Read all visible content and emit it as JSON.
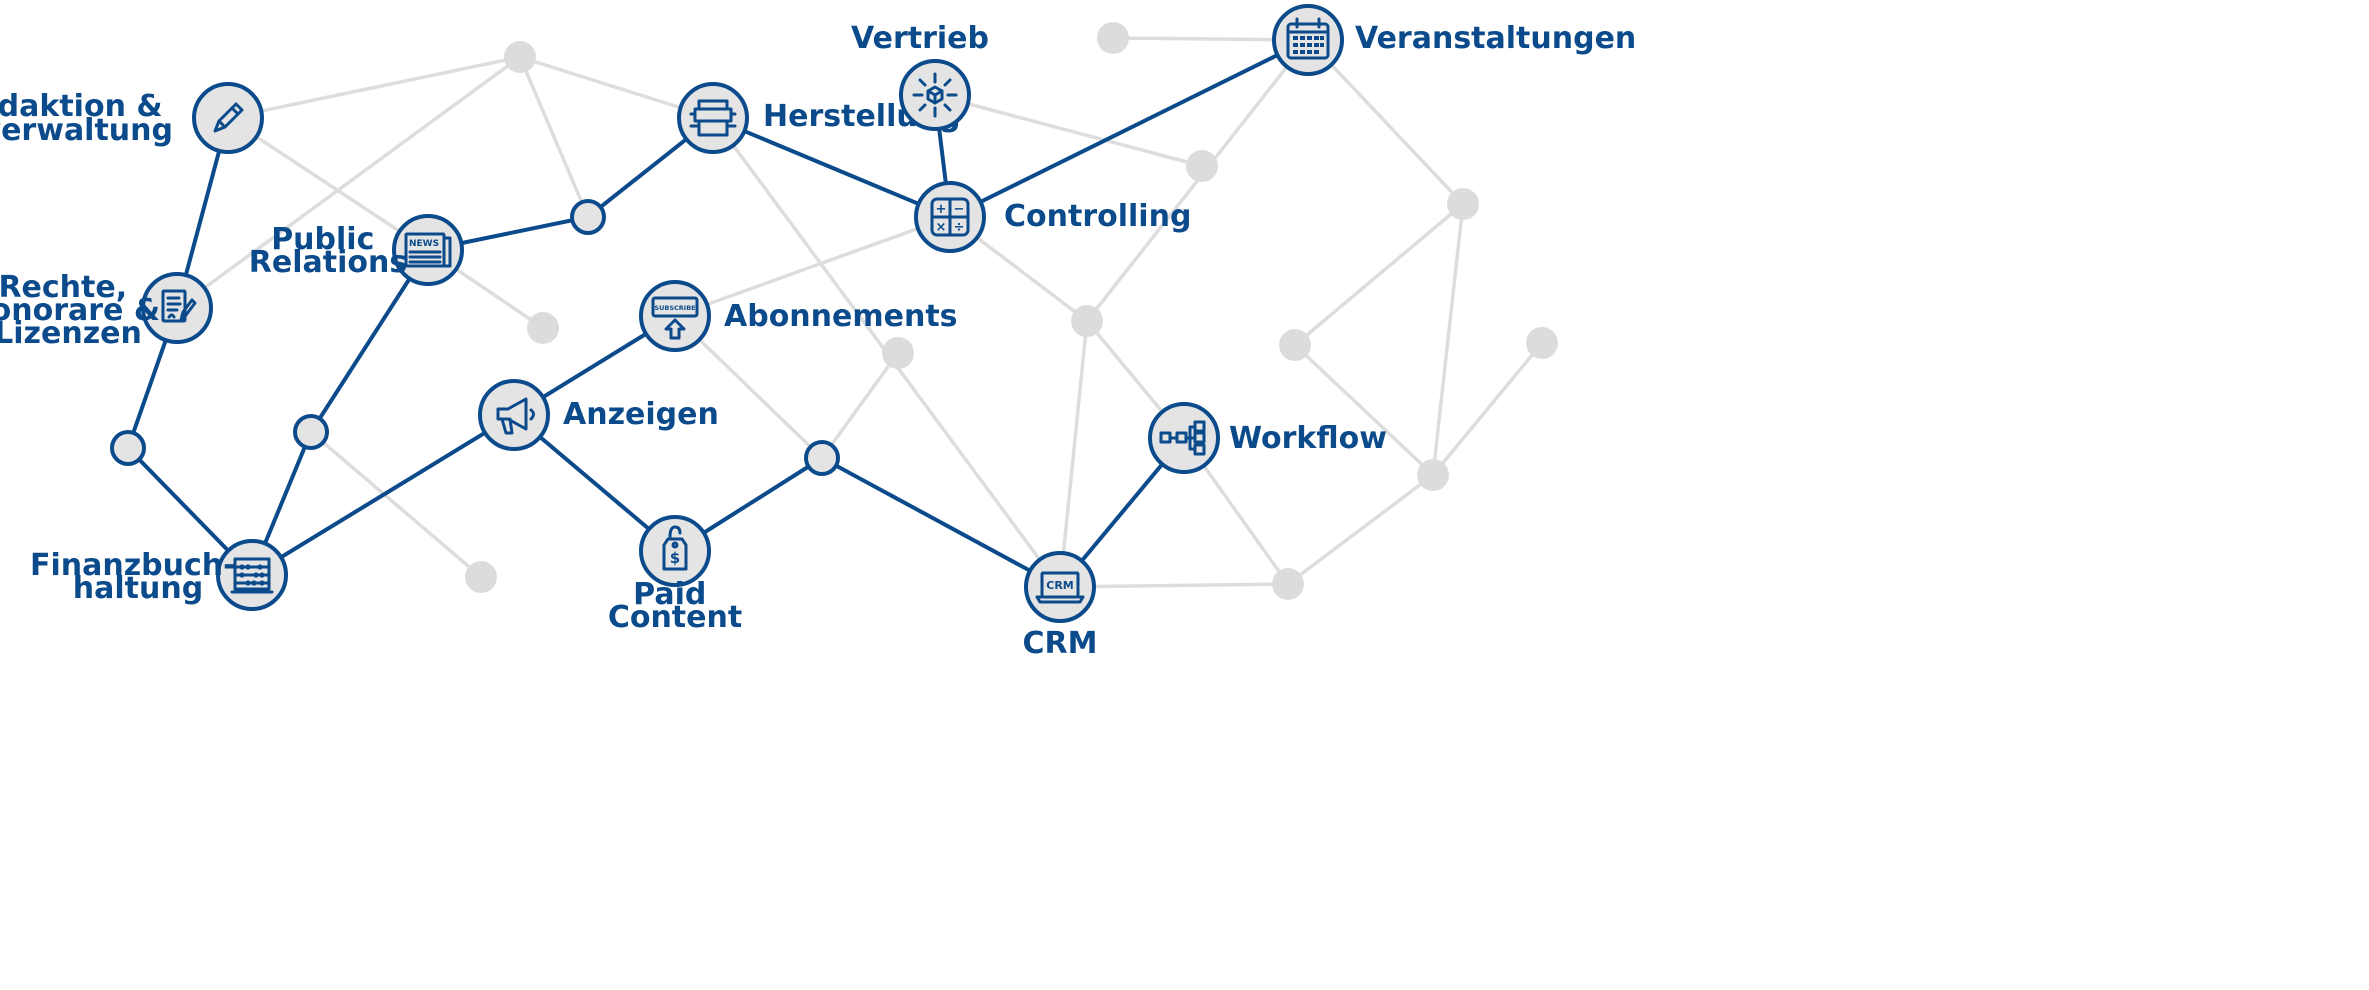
{
  "colors": {
    "accent": "#0b4a8b",
    "inactive": "#dcdcdc"
  },
  "labels": {
    "redaktion": [
      "Redaktion &",
      "Titelverwaltung"
    ],
    "rechte": [
      "Rechte,",
      "Honorare &",
      "Lizenzen"
    ],
    "finanz": [
      "Finanzbuch-",
      "haltung"
    ],
    "public_relations": [
      "Public",
      "Relations"
    ],
    "herstellung": "Herstellung",
    "vertrieb": "Vertrieb",
    "controlling": "Controlling",
    "veranstaltungen": "Veranstaltungen",
    "abonnements": "Abonnements",
    "anzeigen": "Anzeigen",
    "paid_content": [
      "Paid",
      "Content"
    ],
    "crm": "CRM",
    "workflow": "Workflow"
  },
  "icons": {
    "redaktion": "pencil-icon",
    "rechte": "contract-icon",
    "finanz": "abacus-icon",
    "public_relations": "newspaper-icon",
    "herstellung": "printing-press-icon",
    "vertrieb": "distribution-icon",
    "controlling": "calculator-icon",
    "veranstaltungen": "calendar-icon",
    "abonnements": "subscribe-icon",
    "anzeigen": "megaphone-icon",
    "paid_content": "price-tag-icon",
    "crm": "crm-laptop-icon",
    "workflow": "workflow-icon"
  },
  "icon_text": {
    "news": "NEWS",
    "subscribe": "SUBSCRIBE",
    "crm": "CRM",
    "dollar": "$",
    "plus": "+",
    "minus": "−",
    "times": "×",
    "divide": "÷"
  }
}
